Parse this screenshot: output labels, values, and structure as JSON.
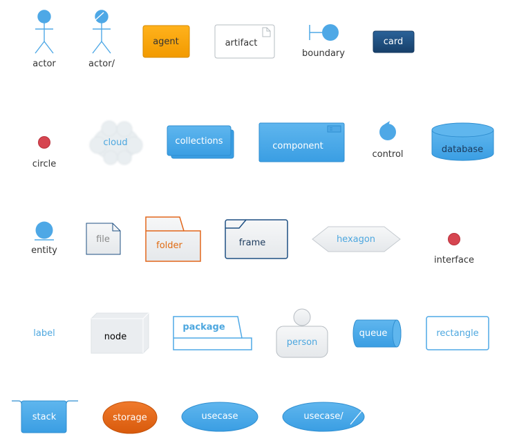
{
  "colors": {
    "blue": "#4ea8e6",
    "blue_dark": "#2f8ed0",
    "navy": "#1d4f82",
    "orange": "#f5a000",
    "orange_dark": "#e2661a",
    "red": "#d64550",
    "grey_fill": "#e8ecef",
    "grey_stroke": "#b6bcc2"
  },
  "shapes": {
    "actor": "actor",
    "actor_business": "actor/",
    "agent": "agent",
    "artifact": "artifact",
    "boundary": "boundary",
    "card": "card",
    "circle": "circle",
    "cloud": "cloud",
    "collections": "collections",
    "component": "component",
    "control": "control",
    "database": "database",
    "entity": "entity",
    "file": "file",
    "folder": "folder",
    "frame": "frame",
    "hexagon": "hexagon",
    "interface": "interface",
    "label": "label",
    "node": "node",
    "package": "package",
    "person": "person",
    "queue": "queue",
    "rectangle": "rectangle",
    "stack": "stack",
    "storage": "storage",
    "usecase": "usecase",
    "usecase_business": "usecase/"
  }
}
